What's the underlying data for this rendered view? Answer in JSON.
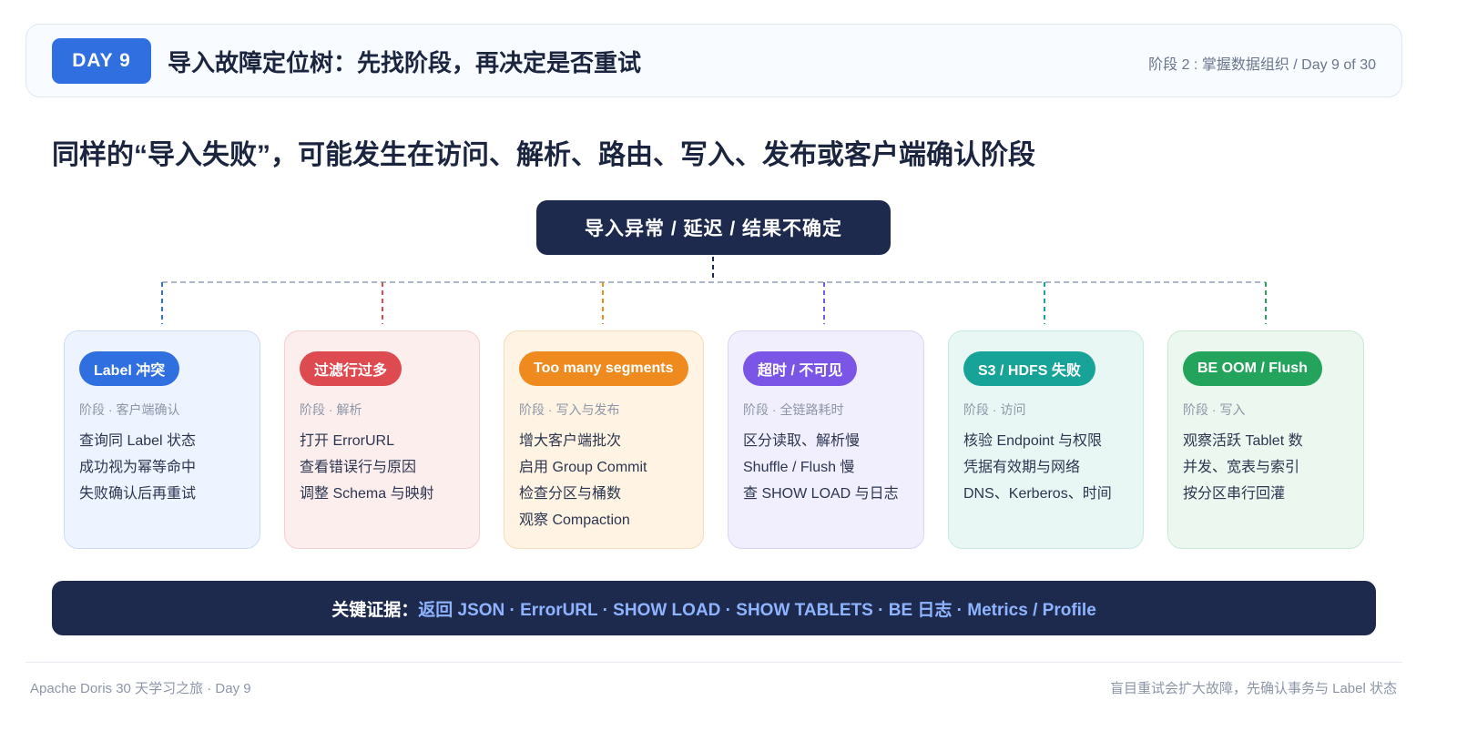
{
  "header": {
    "day_badge": "DAY 9",
    "title": "导入故障定位树：先找阶段，再决定是否重试",
    "meta": "阶段 2 : 掌握数据组织 / Day 9 of 30"
  },
  "subtitle": "同样的“导入失败”，可能发生在访问、解析、路由、写入、发布或客户端确认阶段",
  "root_node": "导入异常 / 延迟 / 结果不确定",
  "branches": [
    {
      "tag": "Label 冲突",
      "stage": "阶段 · 客户端确认",
      "items": [
        "查询同 Label 状态",
        "成功视为幂等命中",
        "失败确认后再重试"
      ],
      "colors": {
        "accent": "#2f6fdf",
        "bg": "#eef4ff",
        "border": "#cddcf5"
      }
    },
    {
      "tag": "过滤行过多",
      "stage": "阶段 · 解析",
      "items": [
        "打开 ErrorURL",
        "查看错误行与原因",
        "调整 Schema 与映射"
      ],
      "colors": {
        "accent": "#dd4a4f",
        "bg": "#fdeeee",
        "border": "#f3cfd0"
      }
    },
    {
      "tag": "Too many segments",
      "stage": "阶段 · 写入与发布",
      "items": [
        "增大客户端批次",
        "启用 Group Commit",
        "检查分区与桶数",
        "观察 Compaction"
      ],
      "colors": {
        "accent": "#ef8a1f",
        "bg": "#fff3e3",
        "border": "#f6dcb8"
      }
    },
    {
      "tag": "超时 / 不可见",
      "stage": "阶段 · 全链路耗时",
      "items": [
        "区分读取、解析慢",
        "Shuffle / Flush 慢",
        "查 SHOW LOAD 与日志"
      ],
      "colors": {
        "accent": "#7a55e6",
        "bg": "#f1eefe",
        "border": "#dcd3f7"
      }
    },
    {
      "tag": "S3 / HDFS 失败",
      "stage": "阶段 · 访问",
      "items": [
        "核验 Endpoint 与权限",
        "凭据有效期与网络",
        "DNS、Kerberos、时间"
      ],
      "colors": {
        "accent": "#18a398",
        "bg": "#e9f7f4",
        "border": "#c6e9e2"
      }
    },
    {
      "tag": "BE OOM / Flush",
      "stage": "阶段 · 写入",
      "items": [
        "观察活跃 Tablet 数",
        "并发、宽表与索引",
        "按分区串行回灌"
      ],
      "colors": {
        "accent": "#23a35b",
        "bg": "#ebf7ef",
        "border": "#c9ead4"
      }
    }
  ],
  "evidence": {
    "label": "关键证据：",
    "items": "返回 JSON · ErrorURL · SHOW LOAD · SHOW TABLETS · BE 日志 · Metrics / Profile"
  },
  "footer": {
    "left": "Apache Doris 30 天学习之旅 · Day 9",
    "right": "盲目重试会扩大故障，先确认事务与 Label 状态"
  },
  "colors": {
    "dark": "#1e2a4d",
    "trunk": "#aab6cc"
  }
}
